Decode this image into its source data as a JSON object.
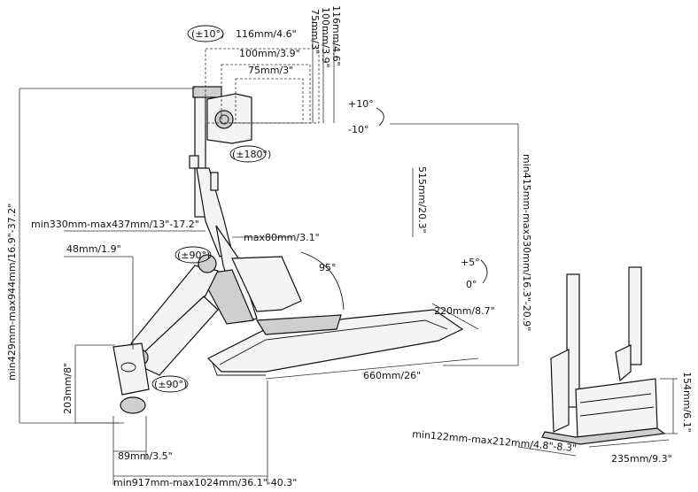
{
  "labels": {
    "rot_top": "(±10°)",
    "vesa_116_w": "116mm/4.6\"",
    "vesa_100_w": "100mm/3.9\"",
    "vesa_75_w": "75mm/3\"",
    "vesa_116_h": "116mm/4.6\"",
    "vesa_100_h": "100mm/3.9\"",
    "vesa_75_h": "75mm/3\"",
    "tilt_plus": "+10°",
    "tilt_minus": "-10°",
    "rot_180": "(±180°)",
    "height_range": "min429mm-max944mm/16.9\"-37.2\"",
    "screen_height": "515mm/20.3\"",
    "right_range": "min415mm-max530mm/16.3\"-20.9\"",
    "arm_reach": "min330mm-max437mm/13\"-17.2\"",
    "max80": "max80mm/3.1\"",
    "w48": "48mm/1.9\"",
    "rot_90_top": "(±90°)",
    "angle_95": "95°",
    "tilt_kb_plus": "+5°",
    "tilt_kb_zero": "0°",
    "kb_depth": "220mm/8.7\"",
    "kb_width": "660mm/26\"",
    "h203": "203mm/8\"",
    "rot_90_bottom": "(±90°)",
    "w89": "89mm/3.5\"",
    "reach_total": "min917mm-max1024mm/36.1\"-40.3\"",
    "h154": "154mm/6.1\"",
    "cpu_width": "min122mm-max212mm/4.8\"-8.3\"",
    "cpu_depth": "235mm/9.3\""
  }
}
